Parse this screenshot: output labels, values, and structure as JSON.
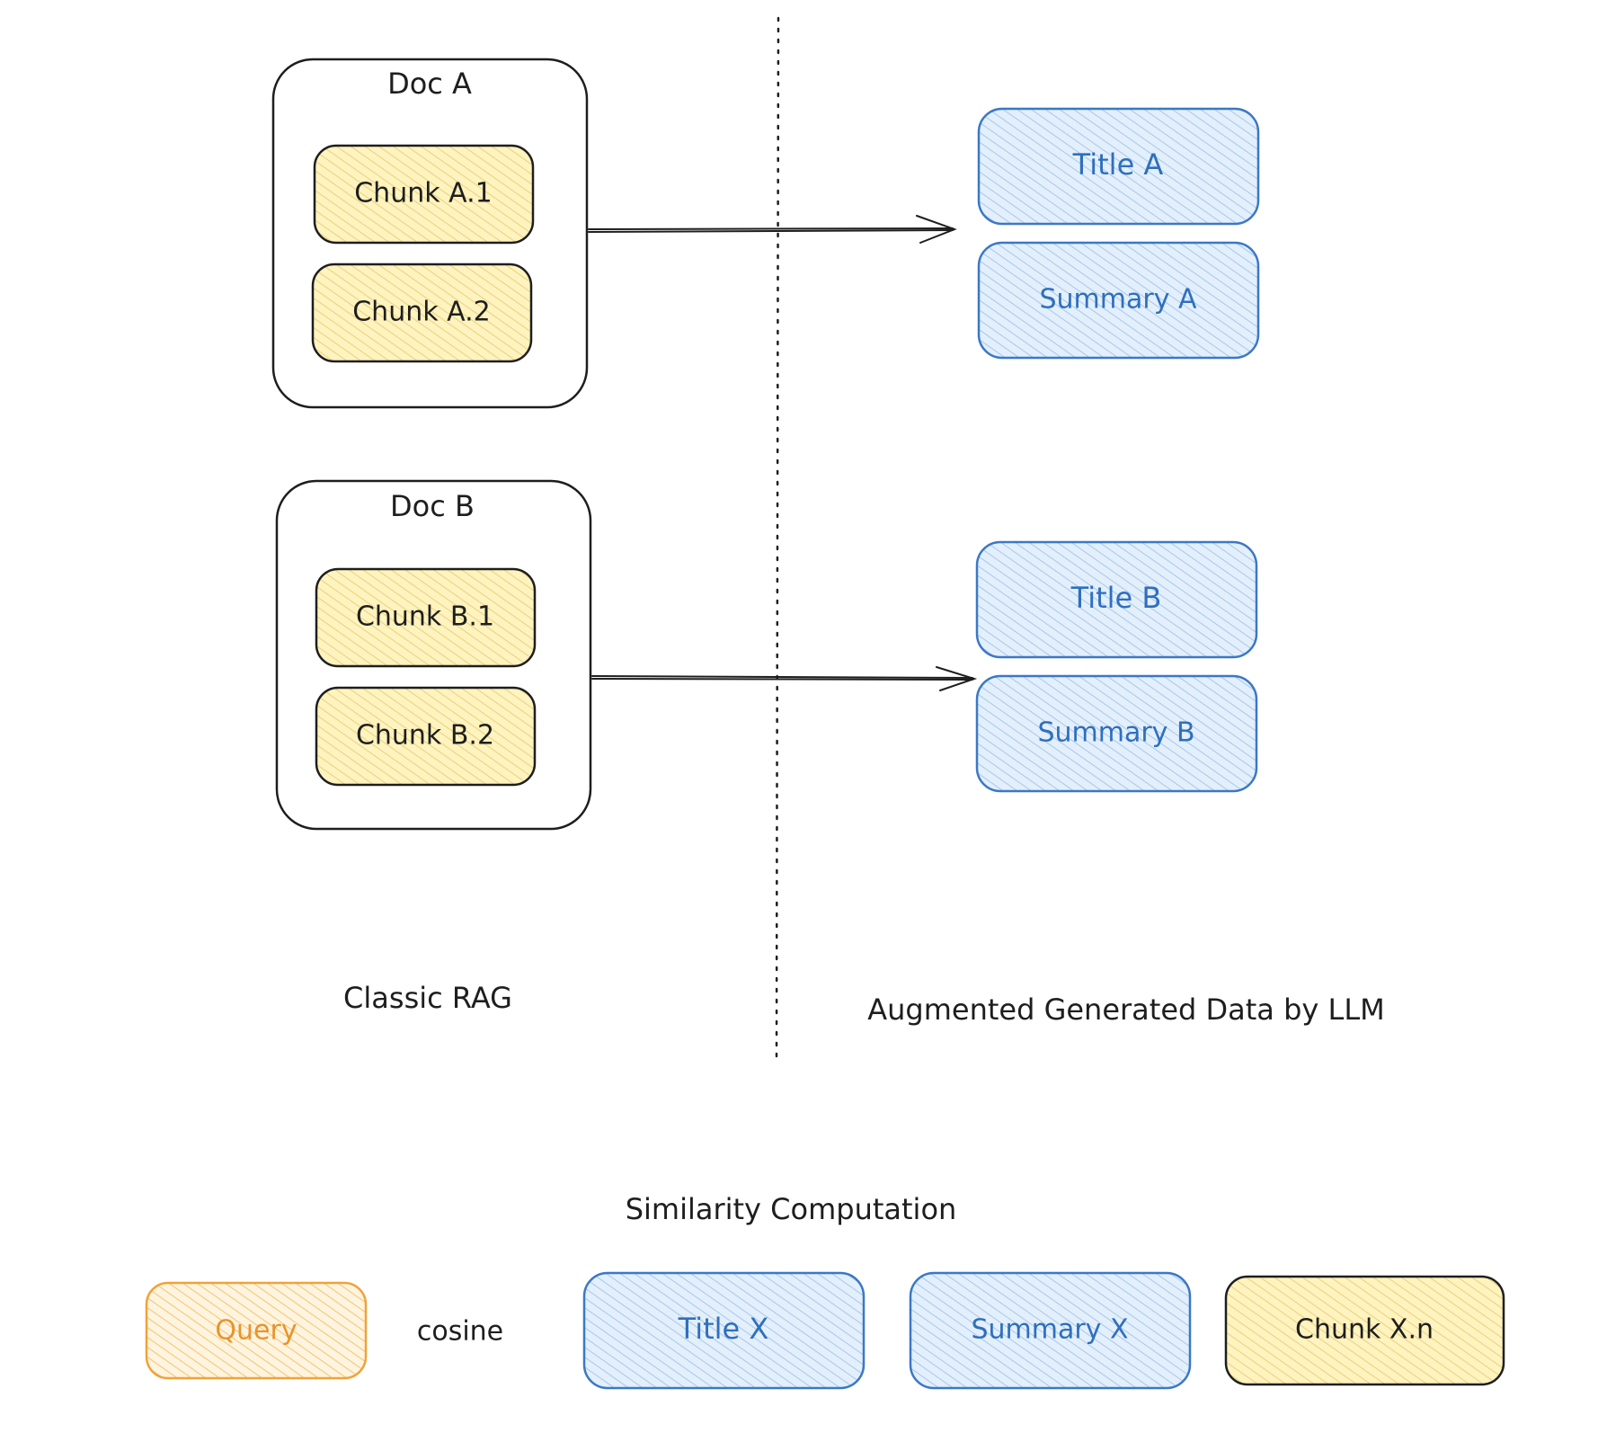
{
  "colors": {
    "ink": "#1e1e1e",
    "yellow_fill": "#fff3bf",
    "yellow_hatch": "#e9d27a",
    "blue_stroke": "#3b78c6",
    "blue_text": "#2f6fbd",
    "blue_fill": "#e3effb",
    "blue_hatch": "#a5c8ee",
    "orange_stroke": "#f0a23a",
    "orange_text": "#e8942b",
    "orange_fill": "#fff4df",
    "orange_hatch": "#f5c46e"
  },
  "classic": {
    "doc_a": {
      "title": "Doc A",
      "chunks": [
        "Chunk A.1",
        "Chunk A.2"
      ]
    },
    "doc_b": {
      "title": "Doc B",
      "chunks": [
        "Chunk B.1",
        "Chunk B.2"
      ]
    },
    "caption": "Classic RAG"
  },
  "augmented": {
    "group_a": {
      "title": "Title A",
      "summary": "Summary A"
    },
    "group_b": {
      "title": "Title B",
      "summary": "Summary B"
    },
    "caption": "Augmented Generated Data by LLM"
  },
  "similarity": {
    "heading": "Similarity Computation",
    "query": "Query",
    "operator": "cosine",
    "targets": [
      "Title X",
      "Summary X",
      "Chunk X.n"
    ]
  }
}
